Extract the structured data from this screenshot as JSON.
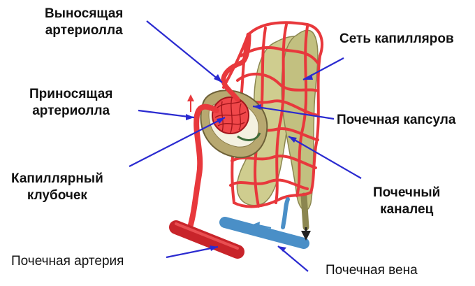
{
  "labels": {
    "efferent_arteriole": [
      "Выносящая",
      "артериолла"
    ],
    "afferent_arteriole": [
      "Приносящая",
      "артериолла"
    ],
    "glomerulus": [
      "Капиллярный",
      "клубочек"
    ],
    "renal_artery": "Почечная артерия",
    "capillary_network": "Сеть капилляров",
    "renal_capsule": "Почечная капсула",
    "renal_tubule": [
      "Почечный",
      "каналец"
    ],
    "renal_vein": "Почечная вена"
  },
  "colors": {
    "vessel_red": "#e8383c",
    "vessel_dark_red": "#b01c22",
    "vein_blue": "#4a8fc7",
    "tubule": "#c9c88a",
    "pointer": "#2a2ad0",
    "capsule": "#b7a870"
  }
}
